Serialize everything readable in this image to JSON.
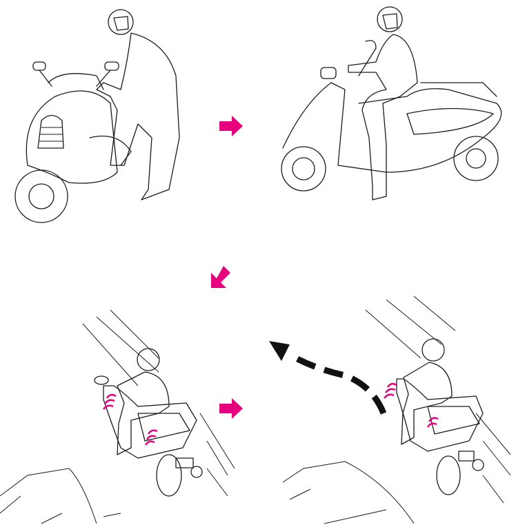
{
  "colors": {
    "arrow": "#e6007e",
    "line_art": "#1a1a1a",
    "path_arrow": "#111111",
    "background": "#ffffff"
  },
  "panels": [
    {
      "id": "step-1",
      "depicts": "rider-standing-beside-scooter"
    },
    {
      "id": "step-2",
      "depicts": "rider-seated-on-scooter"
    },
    {
      "id": "step-3",
      "depicts": "rider-at-roadside-signalling"
    },
    {
      "id": "step-4",
      "depicts": "rider-pulling-into-traffic"
    }
  ],
  "icons": [
    "arrow-right-icon",
    "arrow-down-left-icon",
    "arrow-right-icon",
    "curved-dashed-arrow-icon",
    "turn-signal-icon"
  ]
}
